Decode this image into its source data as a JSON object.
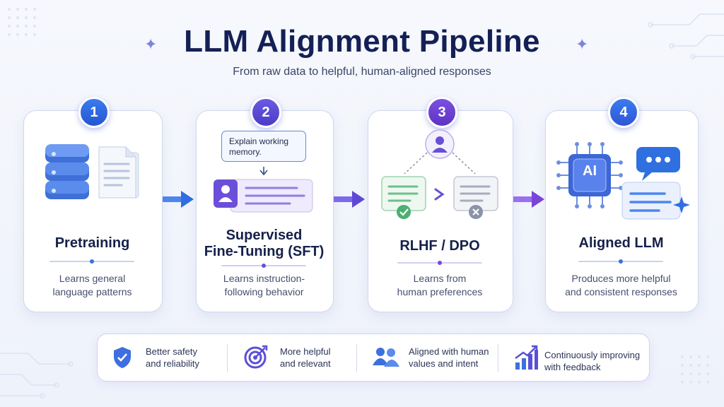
{
  "header": {
    "title": "LLM Alignment Pipeline",
    "subtitle": "From raw data to helpful, human-aligned responses"
  },
  "stages": [
    {
      "number": "1",
      "title_line1": "Pretraining",
      "title_line2": "",
      "desc_line1": "Learns general",
      "desc_line2": "language patterns",
      "icon": "database-documents-icon"
    },
    {
      "number": "2",
      "title_line1": "Supervised",
      "title_line2": "Fine-Tuning (SFT)",
      "desc_line1": "Learns instruction-",
      "desc_line2": "following behavior",
      "icon": "instruction-chat-icon",
      "bubble_text": "Explain working memory."
    },
    {
      "number": "3",
      "title_line1": "RLHF / DPO",
      "title_line2": "",
      "desc_line1": "Learns from",
      "desc_line2": "human preferences",
      "icon": "preference-compare-icon"
    },
    {
      "number": "4",
      "title_line1": "Aligned LLM",
      "title_line2": "",
      "desc_line1": "Produces more helpful",
      "desc_line2": "and consistent responses",
      "icon": "ai-chip-icon",
      "chip_label": "AI"
    }
  ],
  "benefits": [
    {
      "line1": "Better safety",
      "line2": "and reliability",
      "icon": "shield-check-icon"
    },
    {
      "line1": "More helpful",
      "line2": "and relevant",
      "icon": "target-icon"
    },
    {
      "line1": "Aligned with human",
      "line2": "values and intent",
      "icon": "users-icon"
    },
    {
      "line1": "Continuously improving",
      "line2": "with feedback",
      "icon": "growth-chart-icon"
    }
  ],
  "colors": {
    "blue": "#2f6fe0",
    "purple": "#6a4fd6",
    "violet": "#7a45d8",
    "green": "#4caf72",
    "gray": "#8a93a8"
  }
}
